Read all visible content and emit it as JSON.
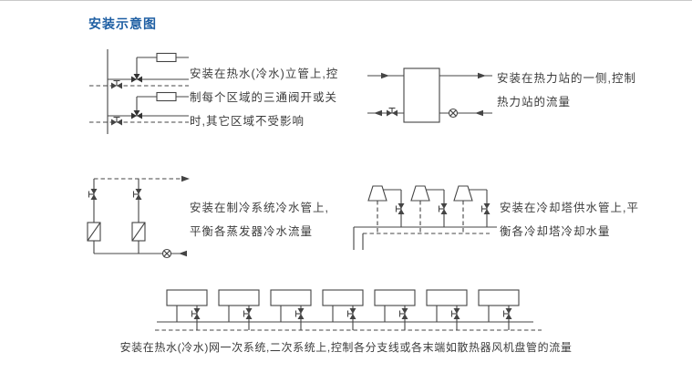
{
  "page": {
    "title": "安装示意图"
  },
  "colors": {
    "title": "#1f5fa3",
    "line": "#444444",
    "text": "#3c3c3c"
  },
  "captions": {
    "riser": [
      "安装在热水(冷水)立管上,控",
      "制每个区域的三通阀开或关",
      "时,其它区域不受影响"
    ],
    "substation": [
      "安装在热力站的一侧,控制",
      "热力站的流量"
    ],
    "chiller": [
      "安装在制冷系统冷水管上,",
      "平衡各蒸发器冷水流量"
    ],
    "cooling_tower": [
      "安装在冷却塔供水管上,平",
      "衡各冷却塔冷却水量"
    ],
    "network": [
      "安装在热水(冷水)网一次系统,二次系统上,控制各分支线或各末端如散热器风机盘管的流量"
    ]
  },
  "icons": {
    "balancing_valve": "bowtie valve with T-stem actuator",
    "three_way_valve": "solid black three-port valve",
    "pump": "circle with cross",
    "radiator": "small rectangle on branch line",
    "evaporator": "rectangle with diagonal",
    "cooling_tower": "trapezoid tower",
    "fan_coil_unit": "rectangle terminal unit",
    "heat_station": "large rectangle",
    "flow_arrow": "solid triangle arrowhead"
  }
}
